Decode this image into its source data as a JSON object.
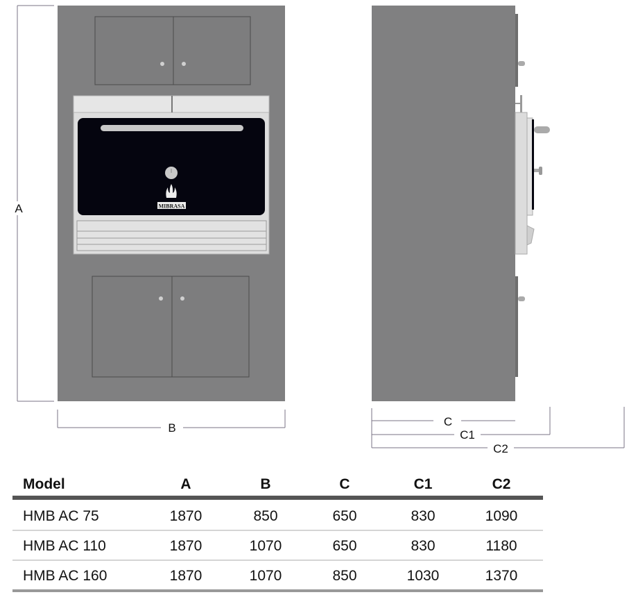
{
  "diagram": {
    "front_view": {
      "brand_logo": "MIBRASA"
    },
    "dimension_labels": {
      "A": "A",
      "B": "B",
      "C": "C",
      "C1": "C1",
      "C2": "C2"
    },
    "colors": {
      "cabinet": "#808081",
      "oven_frame": "#dedede",
      "oven_door": "#05050f",
      "dimension_line": "#7a7384"
    }
  },
  "table": {
    "headers": [
      "Model",
      "A",
      "B",
      "C",
      "C1",
      "C2"
    ],
    "rows": [
      [
        "HMB AC 75",
        "1870",
        "850",
        "650",
        "830",
        "1090"
      ],
      [
        "HMB AC 110",
        "1870",
        "1070",
        "650",
        "830",
        "1180"
      ],
      [
        "HMB AC 160",
        "1870",
        "1070",
        "850",
        "1030",
        "1370"
      ]
    ]
  }
}
